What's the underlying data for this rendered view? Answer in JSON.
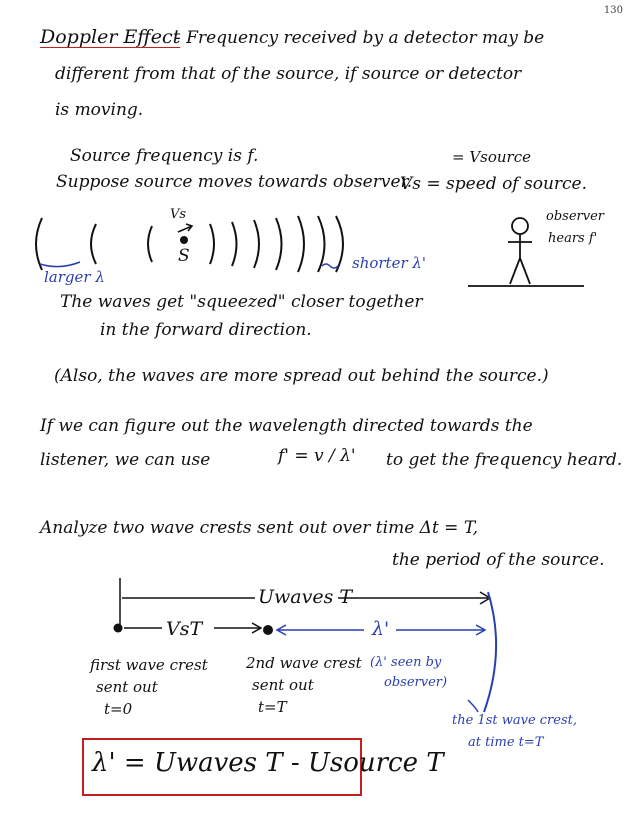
{
  "page_number": "130",
  "intro": {
    "title": "Doppler Effect",
    "line1": "- Frequency received by a detector may be",
    "line2": "different from that of the source, if source or detector",
    "line3": "is moving."
  },
  "source": {
    "freq_line": "Source frequency is f.",
    "vsource_note": "= Vsource",
    "suppose_line": "Suppose source moves towards observer.",
    "vs_def": "Vs = speed of source."
  },
  "wave_sketch": {
    "vs_label": "Vs",
    "s_label": "S",
    "larger": "larger λ",
    "shorter": "shorter λ'",
    "observer": "observer",
    "hears": "hears f'",
    "squeeze_line1": "The waves get \"squeezed\" closer together",
    "squeeze_line2": "in the forward direction."
  },
  "also_line": "(Also, the waves are more spread out behind the source.)",
  "wavelength": {
    "line1": "If we can figure out the wavelength directed towards the",
    "line2_a": "listener, we can use",
    "formula": "f' = v / λ'",
    "line2_b": "to get the frequency heard."
  },
  "analyze": {
    "line1": "Analyze two wave crests sent out over time Δt = T,",
    "line2": "the period of the source."
  },
  "diagram": {
    "vwaves_t": "Uwaves T",
    "vs_t": "VsT",
    "lambda_prime": "λ'",
    "lambda_note1": "(λ' seen by",
    "lambda_note2": "observer)",
    "first_crest1": "first wave crest",
    "first_crest2": "sent out",
    "first_crest3": "t=0",
    "second_crest1": "2nd wave crest",
    "second_crest2": "sent out",
    "second_crest3": "t=T",
    "first_at1": "the 1st wave crest,",
    "first_at2": "at time t=T"
  },
  "result_formula": "λ' = Uwaves T - Usource T",
  "colors": {
    "ink": "#111111",
    "blue": "#2a3fb0",
    "red": "#c21f1f"
  }
}
